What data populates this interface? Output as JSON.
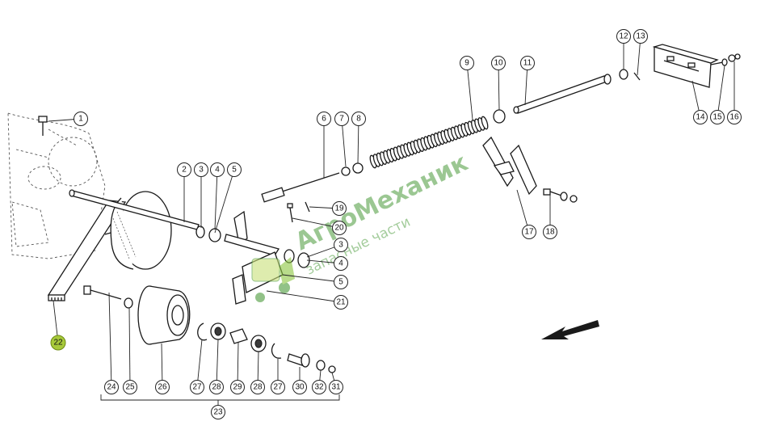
{
  "callouts": [
    {
      "label": "1"
    },
    {
      "label": "2"
    },
    {
      "label": "3"
    },
    {
      "label": "4"
    },
    {
      "label": "5"
    },
    {
      "label": "6"
    },
    {
      "label": "7"
    },
    {
      "label": "8"
    },
    {
      "label": "9"
    },
    {
      "label": "10"
    },
    {
      "label": "11"
    },
    {
      "label": "12"
    },
    {
      "label": "13"
    },
    {
      "label": "14"
    },
    {
      "label": "15"
    },
    {
      "label": "16"
    },
    {
      "label": "17"
    },
    {
      "label": "18"
    },
    {
      "label": "19"
    },
    {
      "label": "20"
    },
    {
      "label": "3"
    },
    {
      "label": "4"
    },
    {
      "label": "5"
    },
    {
      "label": "21"
    },
    {
      "label": "22",
      "highlighted": true
    },
    {
      "label": "24"
    },
    {
      "label": "25"
    },
    {
      "label": "26"
    },
    {
      "label": "27"
    },
    {
      "label": "28"
    },
    {
      "label": "29"
    },
    {
      "label": "28"
    },
    {
      "label": "27"
    },
    {
      "label": "30"
    },
    {
      "label": "32"
    },
    {
      "label": "31"
    },
    {
      "label": "23"
    }
  ],
  "watermark": {
    "brand": "АгроМеханик",
    "tagline": "запасные части"
  },
  "colors": {
    "highlight": "#a7c93a",
    "watermark": "#4a9a3a",
    "line": "#1a1a1a"
  }
}
